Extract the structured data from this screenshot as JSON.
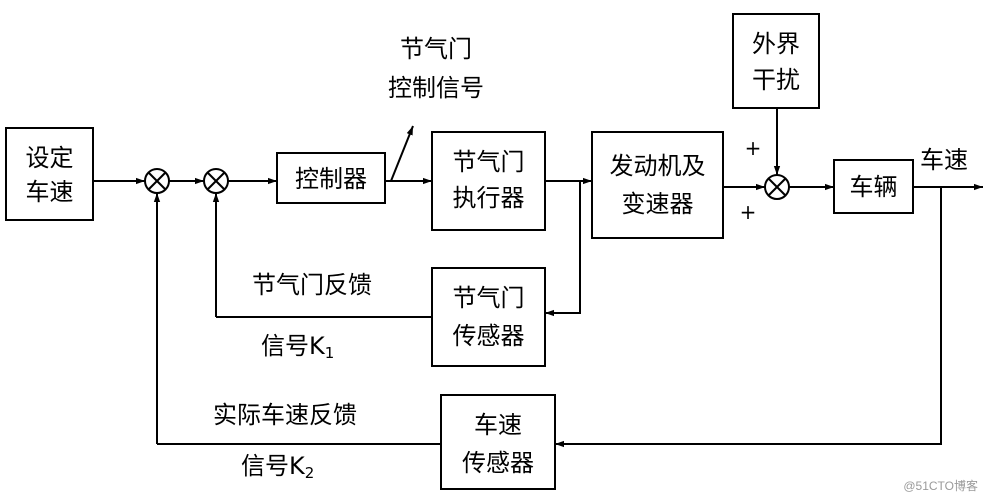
{
  "blocks": {
    "set_speed": [
      "设定",
      "车速"
    ],
    "controller": [
      "控制器"
    ],
    "throttle_actuator": [
      "节气门",
      "执行器"
    ],
    "engine_transmission": [
      "发动机及",
      "变速器"
    ],
    "external_disturbance": [
      "外界",
      "干扰"
    ],
    "vehicle": [
      "车辆"
    ],
    "throttle_sensor": [
      "节气门",
      "传感器"
    ],
    "speed_sensor": [
      "车速",
      "传感器"
    ]
  },
  "labels": {
    "throttle_control_signal": [
      "节气门",
      "控制信号"
    ],
    "output_speed": "车速",
    "throttle_feedback": {
      "line1": "节气门反馈",
      "line2_prefix": "信号K",
      "subscript": "1"
    },
    "speed_feedback": {
      "line1": "实际车速反馈",
      "line2_prefix": "信号K",
      "subscript": "2"
    }
  },
  "signs": {
    "top": "+",
    "bottom": "+"
  },
  "watermark": "@51CTO博客"
}
